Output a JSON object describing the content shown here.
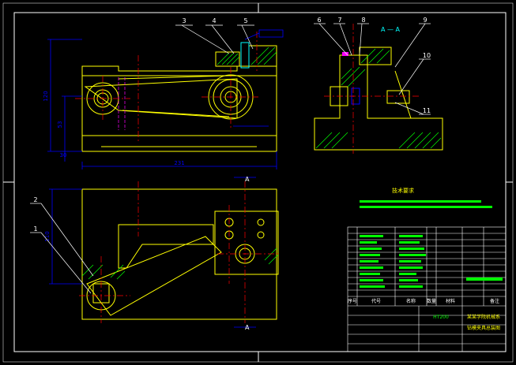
{
  "drawing": {
    "background": "#000000",
    "colors": {
      "frame": "#ffffff",
      "part": "#ffff00",
      "hatch": "#00ff00",
      "center": "#ff0000",
      "dim": "#0000ff",
      "hidden": "#ff00ff",
      "cyan": "#00ffff",
      "table": "#ffffff",
      "note_bar": "#00ff00"
    },
    "balloons": [
      {
        "id": "b3",
        "label": "3"
      },
      {
        "id": "b4",
        "label": "4"
      },
      {
        "id": "b5",
        "label": "5"
      },
      {
        "id": "b6",
        "label": "6"
      },
      {
        "id": "b7",
        "label": "7"
      },
      {
        "id": "b8",
        "label": "8"
      },
      {
        "id": "b9",
        "label": "9"
      },
      {
        "id": "b10",
        "label": "10"
      },
      {
        "id": "b11",
        "label": "11"
      },
      {
        "id": "b2",
        "label": "2"
      },
      {
        "id": "b1",
        "label": "1"
      }
    ],
    "section_label": "A — A",
    "section_arrow_label": "A",
    "dimensions": {
      "overall_width": "231",
      "overall_height": "120",
      "mid_height": "53",
      "base_height": "30",
      "plan_height": "110"
    },
    "tech_requirements_title": "技术要求",
    "title_block": {
      "material": "HT200",
      "drawing_title": "钻模夹具总装图",
      "school": "某某学院机械系",
      "header_cols": [
        "序号",
        "代号",
        "名称",
        "数量",
        "材料",
        "备注"
      ]
    }
  }
}
